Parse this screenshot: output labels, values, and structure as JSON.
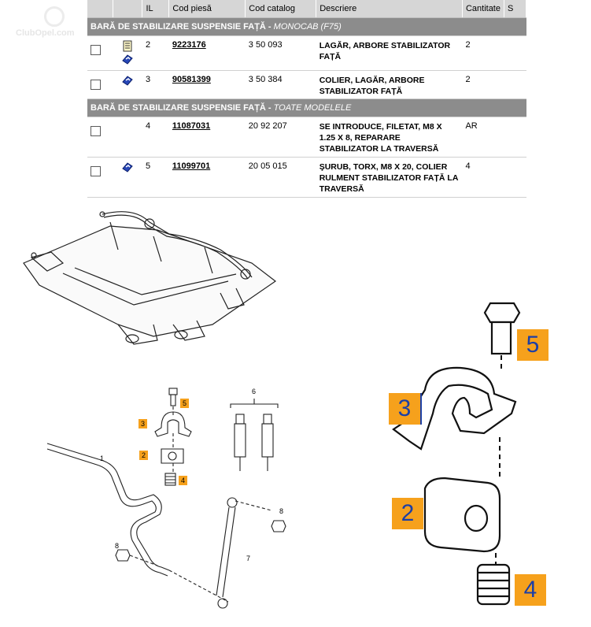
{
  "watermark": {
    "text": "ClubOpel.com"
  },
  "table": {
    "headers": [
      "",
      "",
      "IL",
      "Cod piesă",
      "Cod catalog",
      "Descriere",
      "Cantitate",
      "S"
    ],
    "sections": [
      {
        "title": "BARĂ DE STABILIZARE SUSPENSIE FAȚĂ",
        "model": "MONOCAB (F75)",
        "rows": [
          {
            "il": "2",
            "part_code": "9223176",
            "catalog_code": "3 50 093",
            "description": "LAGĂR, ARBORE STABILIZATOR FAȚĂ",
            "quantity": "2",
            "icons": [
              "document-icon",
              "part-info-icon"
            ]
          },
          {
            "il": "3",
            "part_code": "90581399",
            "catalog_code": "3 50 384",
            "description": "COLIER, LAGĂR, ARBORE STABILIZATOR FAȚĂ",
            "quantity": "2",
            "icons": [
              "part-info-icon"
            ]
          }
        ]
      },
      {
        "title": "BARĂ DE STABILIZARE SUSPENSIE FAȚĂ",
        "model": "TOATE MODELELE",
        "rows": [
          {
            "il": "4",
            "part_code": "11087031",
            "catalog_code": "20 92 207",
            "description": "SE INTRODUCE, FILETAT, M8 X 1.25 X 8, REPARARE STABILIZATOR LA TRAVERSĂ",
            "quantity": "AR",
            "icons": []
          },
          {
            "il": "5",
            "part_code": "11099701",
            "catalog_code": "20 05 015",
            "description": "ŞURUB, TORX, M8 X 20, COLIER RULMENT STABILIZATOR FAȚĂ LA TRAVERSĂ",
            "quantity": "4",
            "icons": [
              "part-info-icon"
            ]
          }
        ]
      }
    ]
  },
  "diagram": {
    "small_labels": [
      "1",
      "2",
      "3",
      "4",
      "5",
      "6",
      "7",
      "8",
      "8"
    ],
    "callouts": [
      "5",
      "3",
      "2",
      "4"
    ]
  }
}
